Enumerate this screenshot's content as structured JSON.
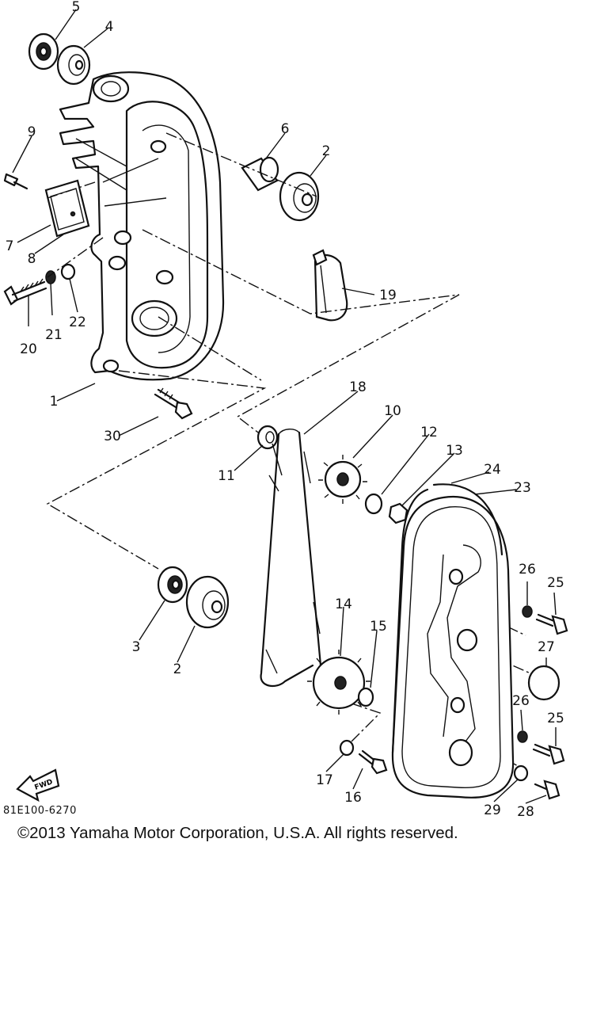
{
  "diagram": {
    "callouts": [
      "1",
      "2",
      "2",
      "3",
      "4",
      "5",
      "6",
      "7",
      "8",
      "9",
      "10",
      "11",
      "12",
      "13",
      "14",
      "15",
      "16",
      "17",
      "18",
      "19",
      "20",
      "21",
      "22",
      "23",
      "24",
      "25",
      "25",
      "26",
      "26",
      "27",
      "28",
      "29",
      "30"
    ],
    "fwd_label": "FWD",
    "code": "81E100-6270"
  },
  "footer": {
    "copyright": "©2013 Yamaha Motor Corporation, U.S.A. All rights reserved."
  }
}
